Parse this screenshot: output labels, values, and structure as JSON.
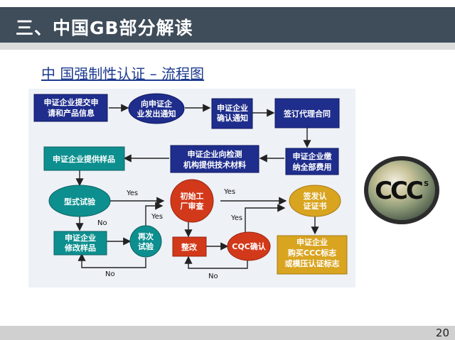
{
  "header": {
    "title": "三、中国GB部分解读"
  },
  "subtitle": "中 国强制性认证 – 流程图",
  "page_number": "20",
  "flow": {
    "nodes": {
      "n1": "申证企业提交申|请和产品信息",
      "n2": "向申证企|业发出通知",
      "n3": "申证企业|确认通知",
      "n4": "签订代理合同",
      "n5": "申证企业提供样品",
      "n6": "申证企业向检测|机构提供技术材料",
      "n7": "申证企业缴|纳全部费用",
      "n8": "型式试验",
      "n9": "初始工|厂审查",
      "n10": "签发认|证证书",
      "n11": "申证企业|修改样品",
      "n12": "再次|试验",
      "n13": "整改",
      "n14": "CQC确认",
      "n15": "申证企业|购买CCC标志|或模压认证标志"
    },
    "labels": {
      "yes": "Yes",
      "no": "No"
    }
  },
  "badge": {
    "text": "CCC",
    "mark": "S"
  },
  "colors": {
    "title_bg": "#3f4c5a",
    "navy_box": "#1f2e8c",
    "teal": "#0e8f8f",
    "red": "#d2391a",
    "gold": "#d9a420",
    "arrow": "#222222"
  }
}
